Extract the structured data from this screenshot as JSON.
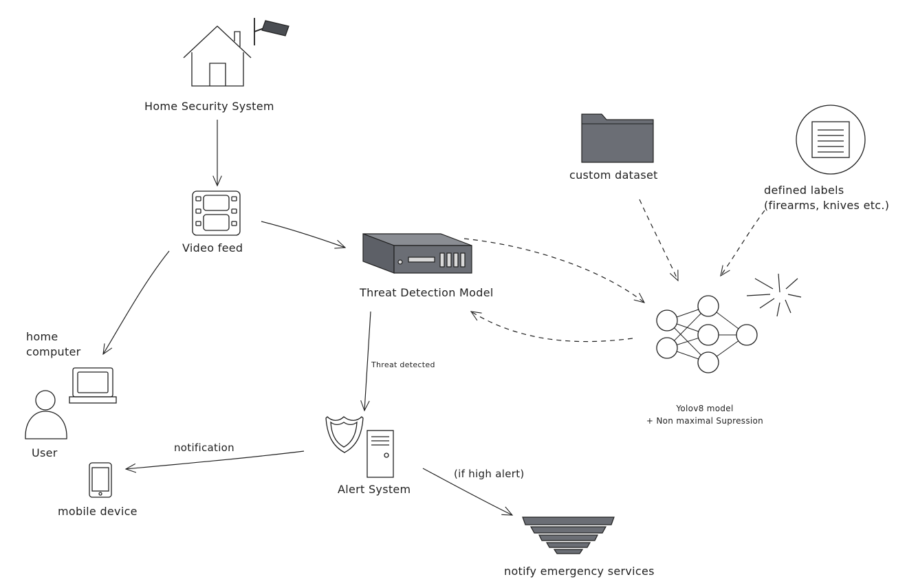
{
  "nodes": {
    "home_security": {
      "label": "Home Security System"
    },
    "video_feed": {
      "label": "Video feed"
    },
    "threat_model": {
      "label": "Threat Detection Model"
    },
    "custom_dataset": {
      "label": "custom dataset"
    },
    "defined_labels": {
      "line1": "defined labels",
      "line2": "(firearms, knives etc.)"
    },
    "yolo": {
      "line1": "Yolov8 model",
      "line2": "+ Non maximal Supression"
    },
    "home_computer": {
      "line1": "home",
      "line2": "computer"
    },
    "user": {
      "label": "User"
    },
    "mobile_device": {
      "label": "mobile device"
    },
    "alert_system": {
      "label": "Alert System"
    },
    "emergency": {
      "label": "notify emergency services"
    }
  },
  "edges": {
    "threat_detected": "Threat detected",
    "notification": "notification",
    "high_alert": "(if high alert)"
  },
  "colors": {
    "stroke": "#1e1e1e",
    "fill_dark": "#6b6e75",
    "fill_mid": "#8a8d93"
  }
}
